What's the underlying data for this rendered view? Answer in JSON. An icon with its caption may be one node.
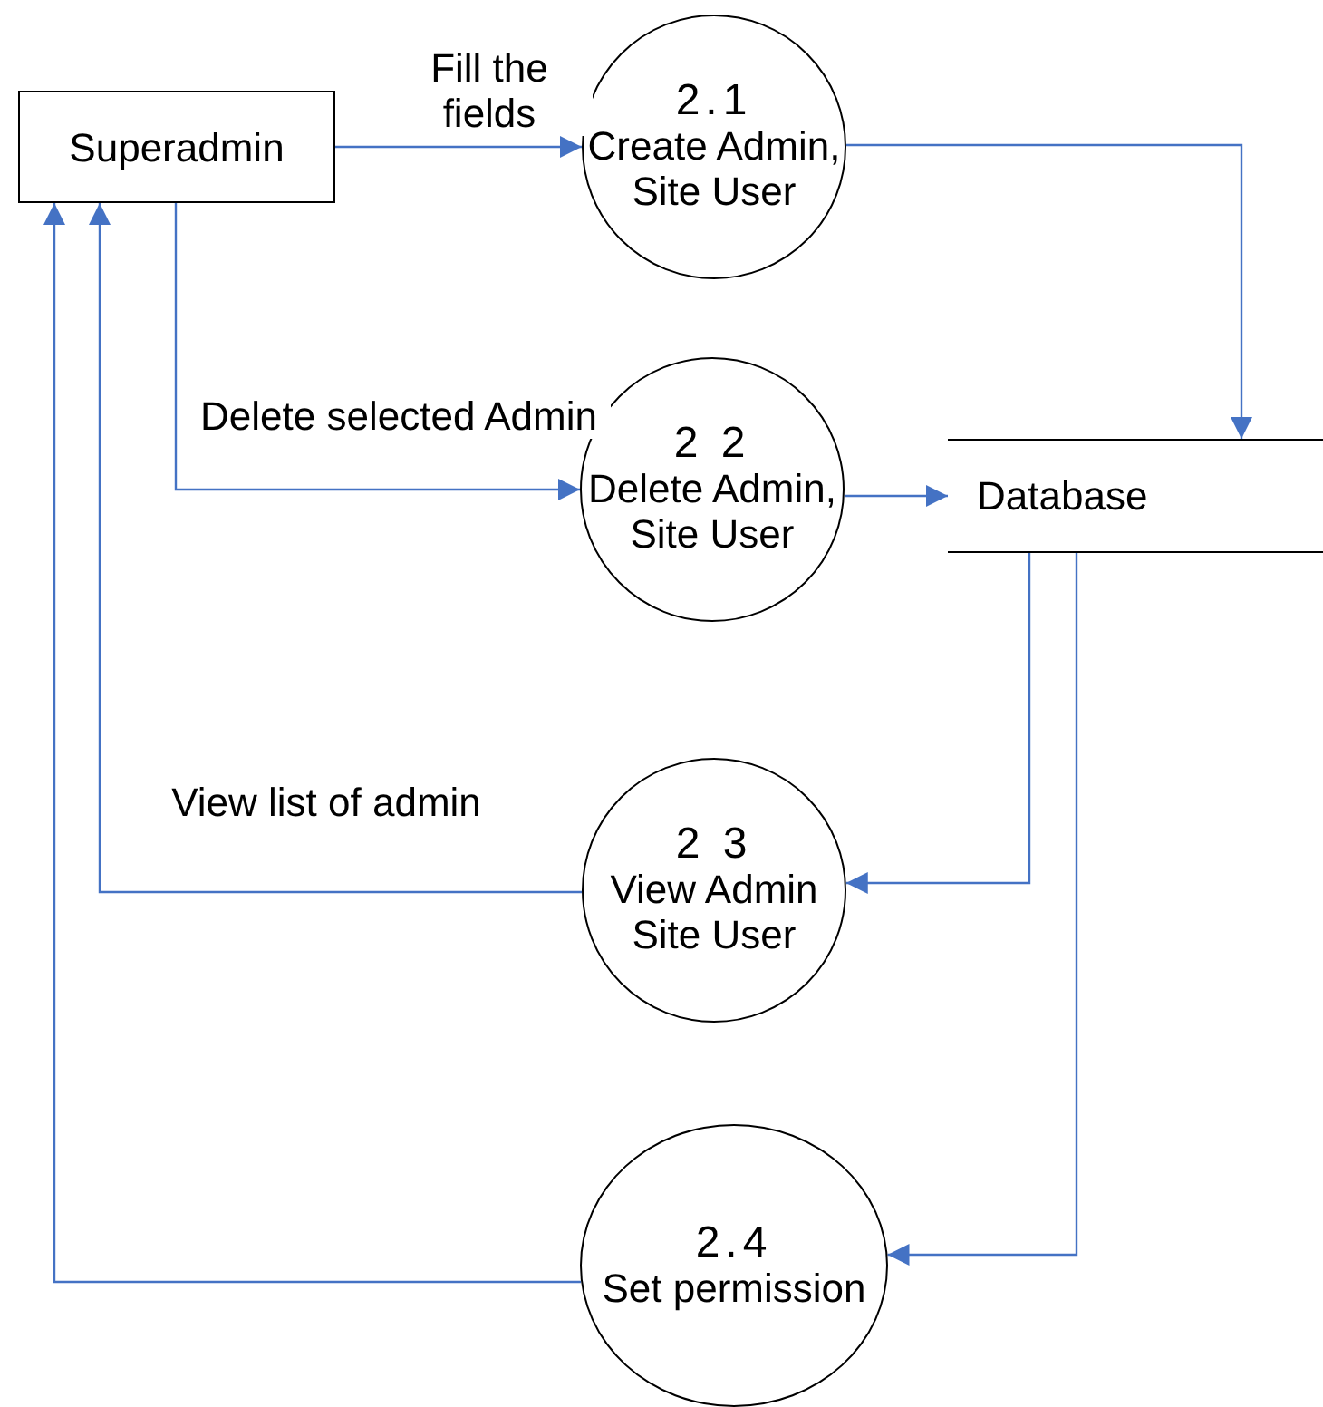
{
  "diagram": {
    "nodes": [
      {
        "text": [
          "Superadmin"
        ]
      },
      {
        "text": [
          "2.1",
          "Create Admin, Site User"
        ]
      },
      {
        "text": [
          "2 2",
          "Delete Admin, Site User"
        ]
      },
      {
        "text": [
          "Database"
        ]
      },
      {
        "text": [
          "2 3",
          "View Admin Site User"
        ]
      },
      {
        "text": [
          "2.4",
          "Set permission"
        ]
      }
    ],
    "edges": [
      {
        "from": 0,
        "to": 1,
        "arrow": "to",
        "label": "Fill the fields"
      },
      {
        "from": 1,
        "to": 3,
        "arrow": "to"
      },
      {
        "from": 0,
        "to": 2,
        "arrow": "to",
        "label": "Delete selected Admin"
      },
      {
        "from": 2,
        "to": 3,
        "arrow": "to"
      },
      {
        "from": 3,
        "to": 4,
        "arrow": "to"
      },
      {
        "from": 4,
        "to": 0,
        "arrow": "to",
        "label": "View list of admin"
      },
      {
        "from": 3,
        "to": 5,
        "arrow": "to"
      },
      {
        "from": 5,
        "to": 0,
        "arrow": "to"
      }
    ]
  }
}
